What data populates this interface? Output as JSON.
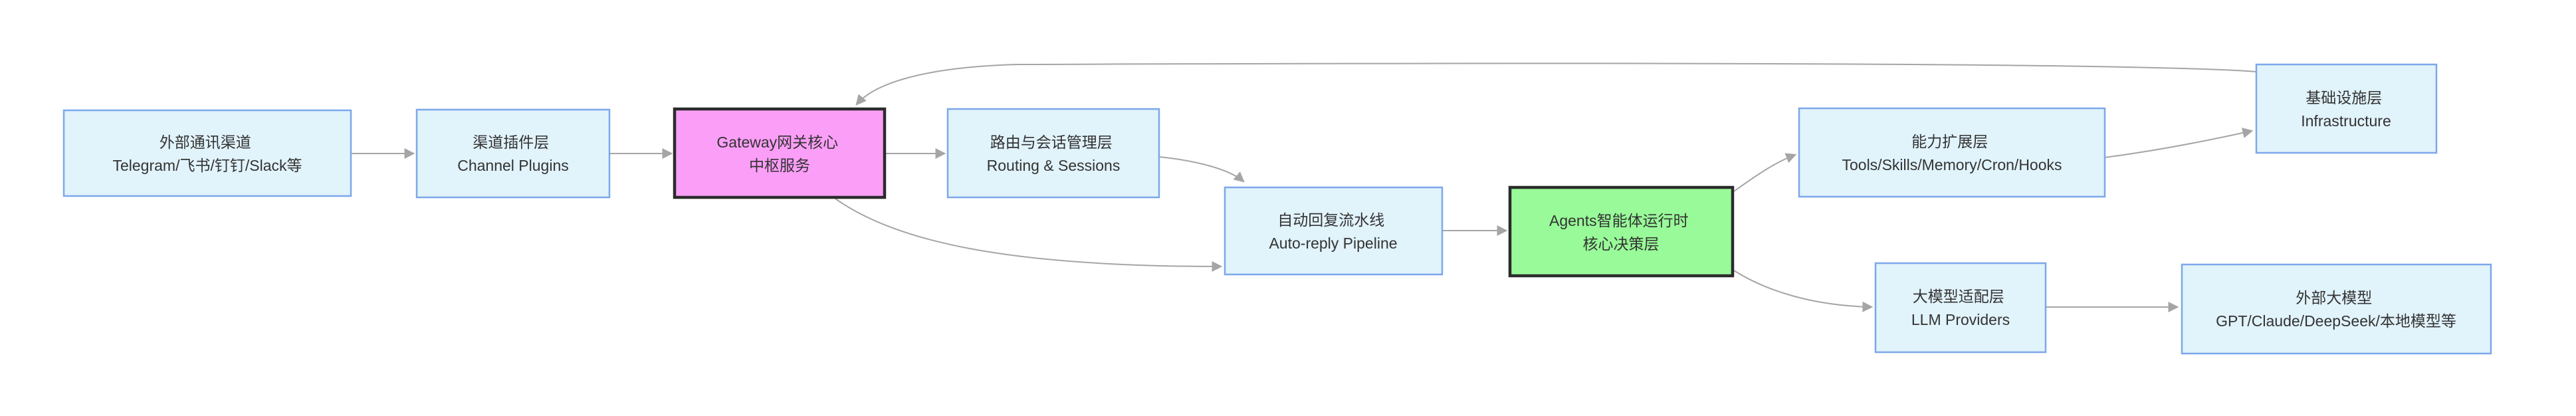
{
  "colors": {
    "background": "#ffffff",
    "node_fill": "#e1f3fb",
    "node_border": "#7da7ea",
    "gateway_fill": "#fb9ef7",
    "agents_fill": "#98fa98",
    "emphasis_border": "#2b2b2b",
    "edge": "#a5a5a5",
    "text": "#333333"
  },
  "diagram": {
    "type": "flowchart-left-to-right",
    "nodes": [
      {
        "id": "external-channels",
        "line1": "外部通讯渠道",
        "line2": "Telegram/飞书/钉钉/Slack等"
      },
      {
        "id": "channel-plugins",
        "line1": "渠道插件层",
        "line2": "Channel Plugins"
      },
      {
        "id": "gateway-core",
        "line1": "Gateway网关核心",
        "line2": "中枢服务"
      },
      {
        "id": "routing-sessions",
        "line1": "路由与会话管理层",
        "line2": "Routing & Sessions"
      },
      {
        "id": "auto-reply-pipeline",
        "line1": "自动回复流水线",
        "line2": "Auto-reply Pipeline"
      },
      {
        "id": "agents-runtime",
        "line1": "Agents智能体运行时",
        "line2": "核心决策层"
      },
      {
        "id": "capability-extensions",
        "line1": "能力扩展层",
        "line2": "Tools/Skills/Memory/Cron/Hooks"
      },
      {
        "id": "infrastructure",
        "line1": "基础设施层",
        "line2": "Infrastructure"
      },
      {
        "id": "llm-providers",
        "line1": "大模型适配层",
        "line2": "LLM Providers"
      },
      {
        "id": "external-llms",
        "line1": "外部大模型",
        "line2": "GPT/Claude/DeepSeek/本地模型等"
      }
    ],
    "edges": [
      {
        "from": "external-channels",
        "to": "channel-plugins"
      },
      {
        "from": "channel-plugins",
        "to": "gateway-core"
      },
      {
        "from": "gateway-core",
        "to": "routing-sessions"
      },
      {
        "from": "routing-sessions",
        "to": "auto-reply-pipeline"
      },
      {
        "from": "gateway-core",
        "to": "auto-reply-pipeline"
      },
      {
        "from": "auto-reply-pipeline",
        "to": "agents-runtime"
      },
      {
        "from": "agents-runtime",
        "to": "capability-extensions"
      },
      {
        "from": "agents-runtime",
        "to": "llm-providers"
      },
      {
        "from": "capability-extensions",
        "to": "infrastructure"
      },
      {
        "from": "infrastructure",
        "to": "gateway-core"
      },
      {
        "from": "llm-providers",
        "to": "external-llms"
      }
    ]
  }
}
